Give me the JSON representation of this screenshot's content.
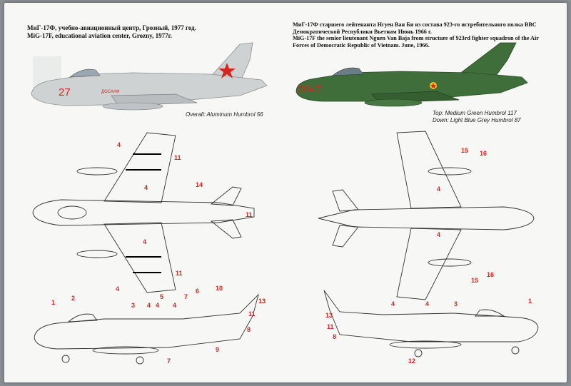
{
  "left_profile": {
    "caption_ru": "МиГ-17Ф, учебно-авиационный центр, Грозный, 1977 год.",
    "caption_en": "MiG-17F, educational aviation center, Grozny, 1977г.",
    "nose_number": "27",
    "fuselage_text": "ДОСААФ",
    "paint_note": "Overall: Aluminum Humbrol   56",
    "colors": {
      "body": "#cfd2d3",
      "marking": "#d8241f"
    }
  },
  "right_profile": {
    "caption_ru": "МиГ-17Ф старшего лейтенанта Нгуен Ван Би из состава 923-го истребительного полка ВВС Демократической Республики Вьетнам Июнь 1966 г.",
    "caption_en": "MiG-17F the senior lieutenant Nguen Van Baja from structure of 923rd fighter squadron of the Air Forces of Democratic Republic of Vietnam. June, 1966.",
    "nose_number": "2047",
    "paint_top": "Top: Medium Green Humbrol 117",
    "paint_bottom": "Down: Light Blue Grey Humbrol 87",
    "colors": {
      "body": "#3f6e3a",
      "marking": "#d8241f"
    }
  },
  "callouts": {
    "left_plan": [
      "4",
      "11",
      "4",
      "14",
      "11",
      "4",
      "11",
      "4"
    ],
    "left_side": [
      "1",
      "2",
      "3",
      "4",
      "4",
      "5",
      "4",
      "7",
      "6",
      "10",
      "13",
      "11",
      "8",
      "9",
      "7"
    ],
    "right_plan": [
      "15",
      "16",
      "4",
      "4",
      "15",
      "16"
    ],
    "right_side": [
      "13",
      "11",
      "8",
      "4",
      "4",
      "3",
      "1",
      "12"
    ]
  }
}
